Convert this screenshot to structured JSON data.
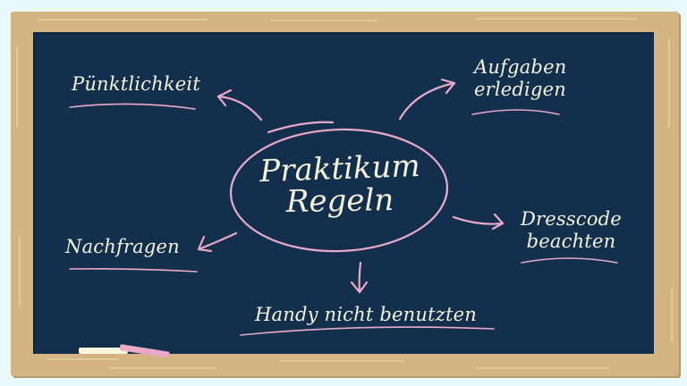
{
  "board": {
    "title_line1": "Praktikum",
    "title_line2": "Regeln",
    "items": [
      {
        "id": "puenktlichkeit",
        "lines": [
          "Pünktlichkeit"
        ]
      },
      {
        "id": "aufgaben",
        "lines": [
          "Aufgaben",
          "erledigen"
        ]
      },
      {
        "id": "dresscode",
        "lines": [
          "Dresscode",
          "beachten"
        ]
      },
      {
        "id": "nachfragen",
        "lines": [
          "Nachfragen"
        ]
      },
      {
        "id": "handy",
        "lines": [
          "Handy nicht benutzten"
        ]
      }
    ]
  },
  "colors": {
    "background": "#eafafa",
    "frame": "#d4b483",
    "board": "#12304d",
    "chalk_text": "#f6f3dc",
    "chalk_pink": "#eaa9c6"
  },
  "icons": {
    "chalk_white": "white-chalk-stick",
    "chalk_pink": "pink-chalk-stick",
    "arrows": "chalk-arrow"
  }
}
